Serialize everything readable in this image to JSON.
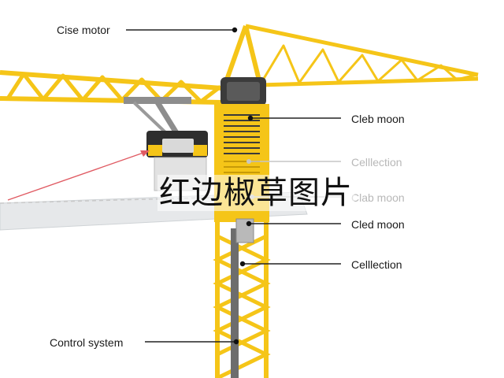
{
  "labels": {
    "cise_motor": "Cise motor",
    "cleb_moon": "Cleb moon",
    "cellection_faded": "Celllection",
    "clab_moon_faded": "Clab moon",
    "cled_moon": "Cled moon",
    "cellection": "Celllection",
    "control_system": "Control system"
  },
  "watermark": "红边椒草图片",
  "colors": {
    "crane_yellow": "#f5c518",
    "crane_dark": "#c99a06",
    "line": "#222222",
    "faded_line": "#bdbdbd",
    "arrow_red": "#e05b63"
  }
}
